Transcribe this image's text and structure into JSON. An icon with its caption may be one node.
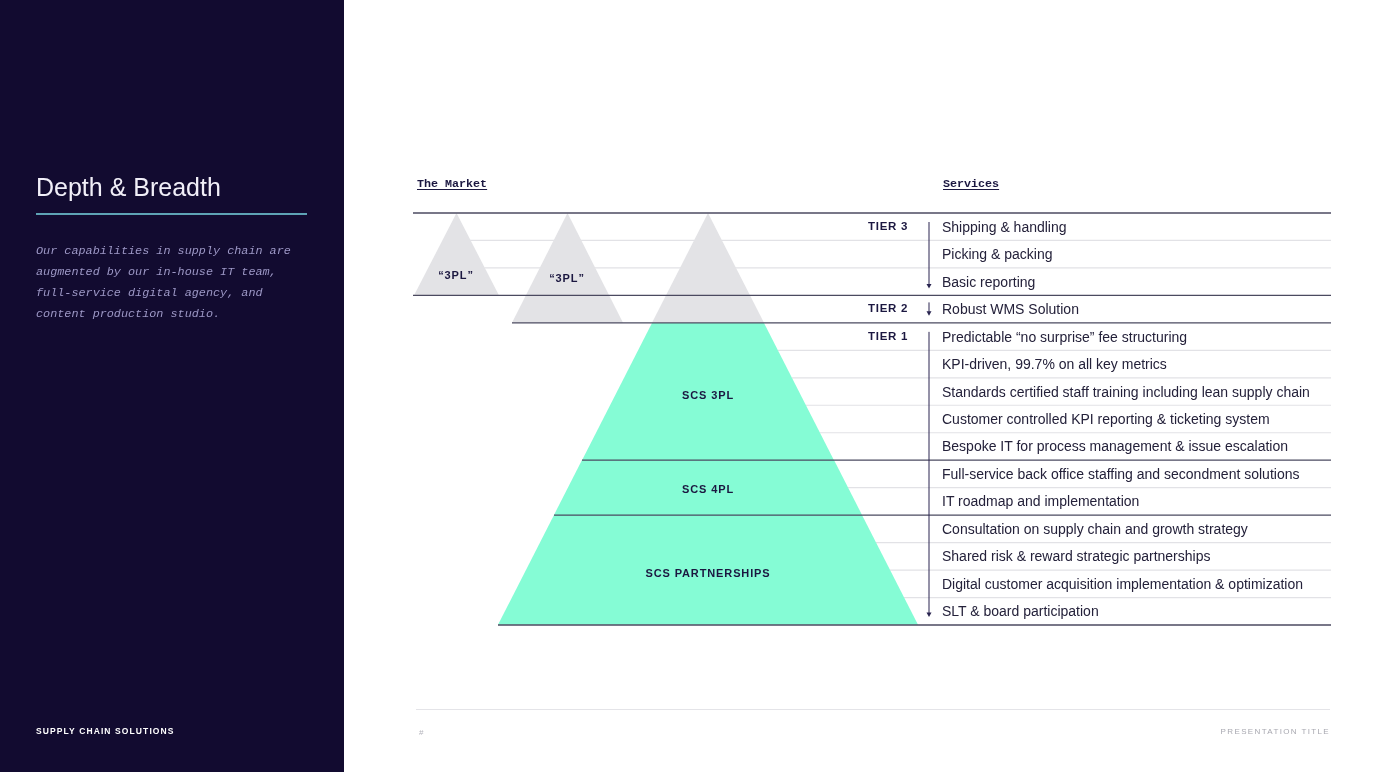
{
  "diagram": {
    "title": "Depth & Breadth",
    "nodes": [
      {
        "text": [
          "“3PL”"
        ]
      },
      {
        "text": [
          "“3PL”"
        ]
      },
      {
        "text": [],
        "shape": "triangle"
      },
      {
        "text": [
          "SCS 3PL"
        ]
      },
      {
        "text": [
          "SCS 4PL"
        ]
      },
      {
        "text": [
          "SCS PARTNERSHIPS"
        ]
      }
    ],
    "labels": [
      "Our capabilities in supply chain are augmented by our in-house IT team, full-service digital agency, and content production studio.",
      "The Market",
      "Services",
      "TIER 3",
      "Shipping & handling",
      "Picking & packing",
      "Basic reporting",
      "TIER 2",
      "Robust WMS Solution",
      "TIER 1",
      "Predictable “no surprise” fee structuring",
      "KPI-driven, 99.7% on all key metrics",
      "Standards certified staff training including lean supply chain",
      "Customer controlled KPI reporting & ticketing system",
      "Bespoke IT for process management & issue escalation",
      "Full-service back office staffing and secondment solutions",
      "IT roadmap and implementation",
      "Consultation on supply chain and growth strategy",
      "Shared risk & reward strategic partnerships",
      "Digital customer acquisition implementation & optimization",
      "SLT & board participation",
      "SUPPLY CHAIN SOLUTIONS",
      "#",
      "PRESENTATION TITLE"
    ]
  }
}
